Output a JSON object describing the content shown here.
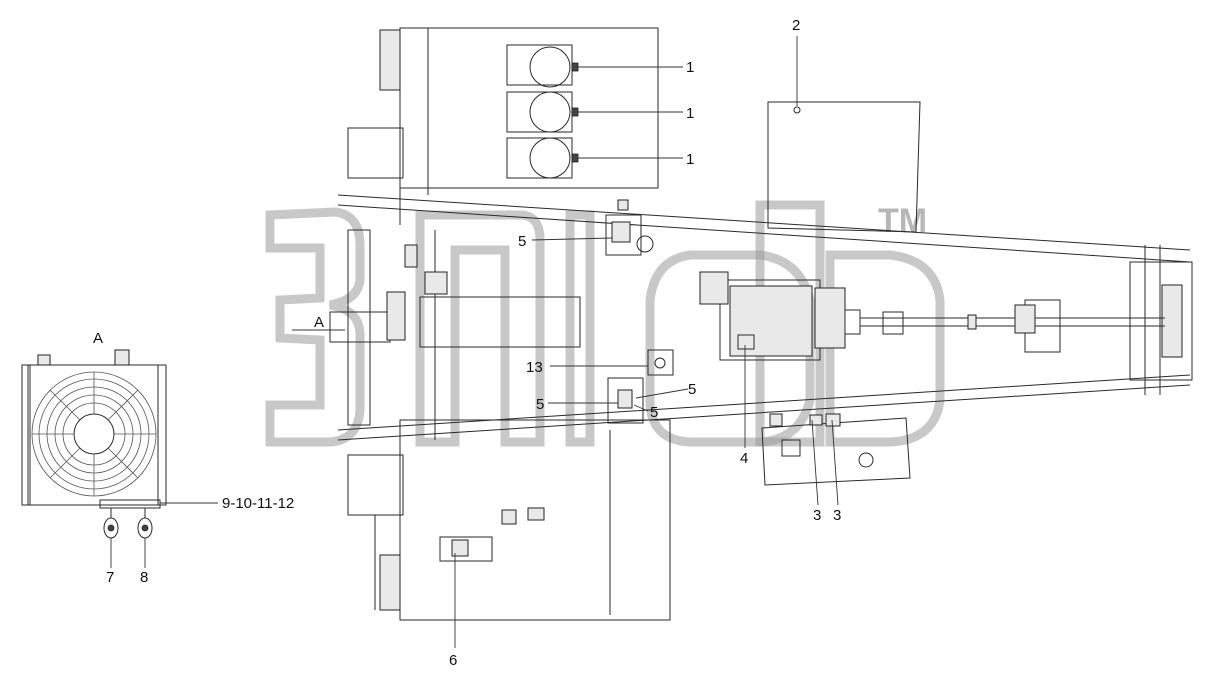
{
  "diagram": {
    "view_label": "A",
    "section_label": "A",
    "callouts": {
      "c1a": "1",
      "c1b": "1",
      "c1c": "1",
      "c2": "2",
      "c3a": "3",
      "c3b": "3",
      "c4": "4",
      "c5a": "5",
      "c5b": "5",
      "c5c": "5",
      "c5d": "5",
      "c6": "6",
      "c7": "7",
      "c8": "8",
      "c9": "9-10-11-12",
      "c13": "13"
    },
    "watermark": {
      "trademark": "TM"
    }
  }
}
